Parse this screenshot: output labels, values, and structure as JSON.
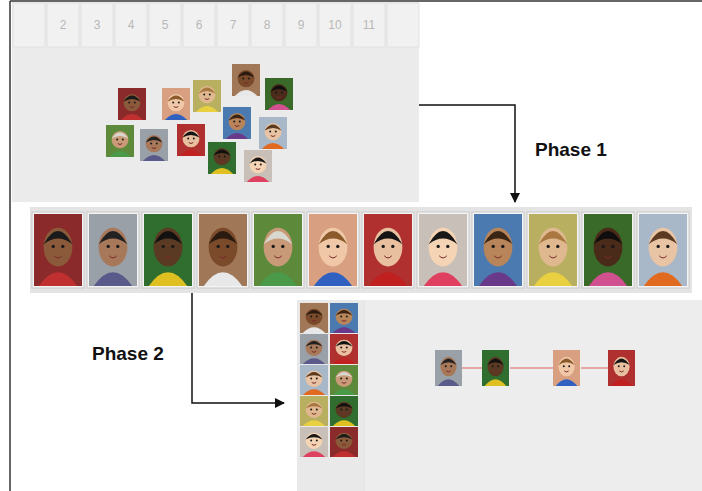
{
  "diagram": {
    "labels": [
      "2",
      "3",
      "4",
      "5",
      "6",
      "7",
      "8",
      "9",
      "10",
      "11",
      "Phase 1",
      "Phase 2"
    ]
  }
}
